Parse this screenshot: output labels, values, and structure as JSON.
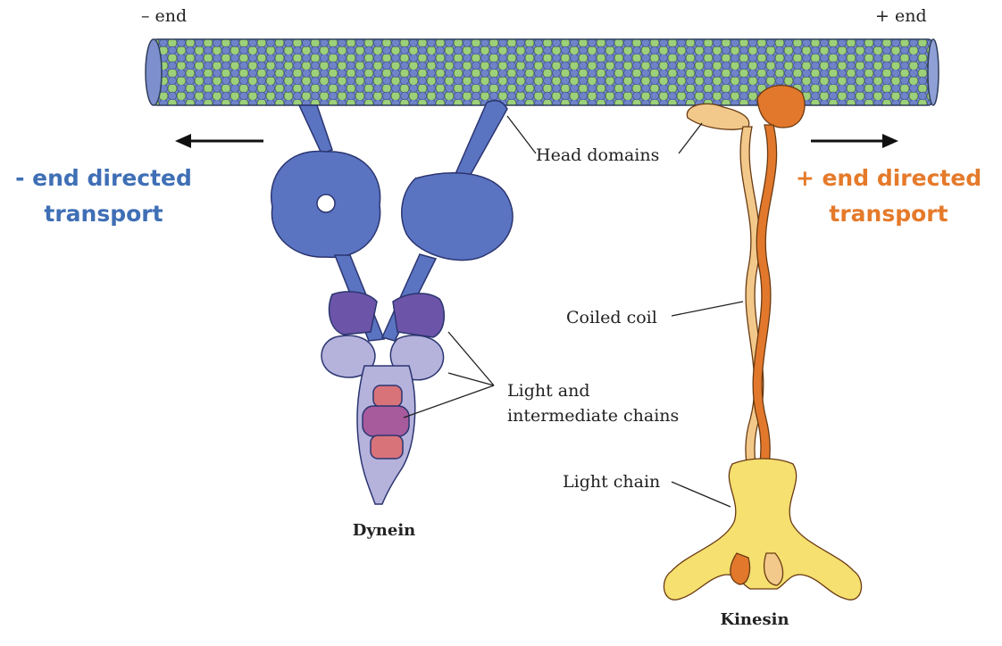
{
  "labels": {
    "minus_end": "– end",
    "plus_end": "+ end",
    "minus_transport_line1": "- end directed",
    "minus_transport_line2": "transport",
    "plus_transport_line1": "+ end directed",
    "plus_transport_line2": "transport",
    "head_domains": "Head domains",
    "coiled_coil": "Coiled coil",
    "light_intermediate_line1": "Light and",
    "light_intermediate_line2": "intermediate chains",
    "light_chain": "Light chain",
    "dynein": "Dynein",
    "kinesin": "Kinesin"
  },
  "colors": {
    "tubulin_alpha": "#6f83c9",
    "tubulin_beta": "#9cd07a",
    "dynein_blue": "#5a74c2",
    "dynein_purple": "#6c55a8",
    "dynein_lavender": "#b5b2dc",
    "dynein_pink": "#d8737a",
    "dynein_magenta": "#a75a9c",
    "kinesin_orange": "#e2782c",
    "kinesin_light": "#f2c98a",
    "kinesin_yellow": "#f5e070",
    "minus_text": "#3f6fb5",
    "plus_text": "#e57a2a"
  }
}
